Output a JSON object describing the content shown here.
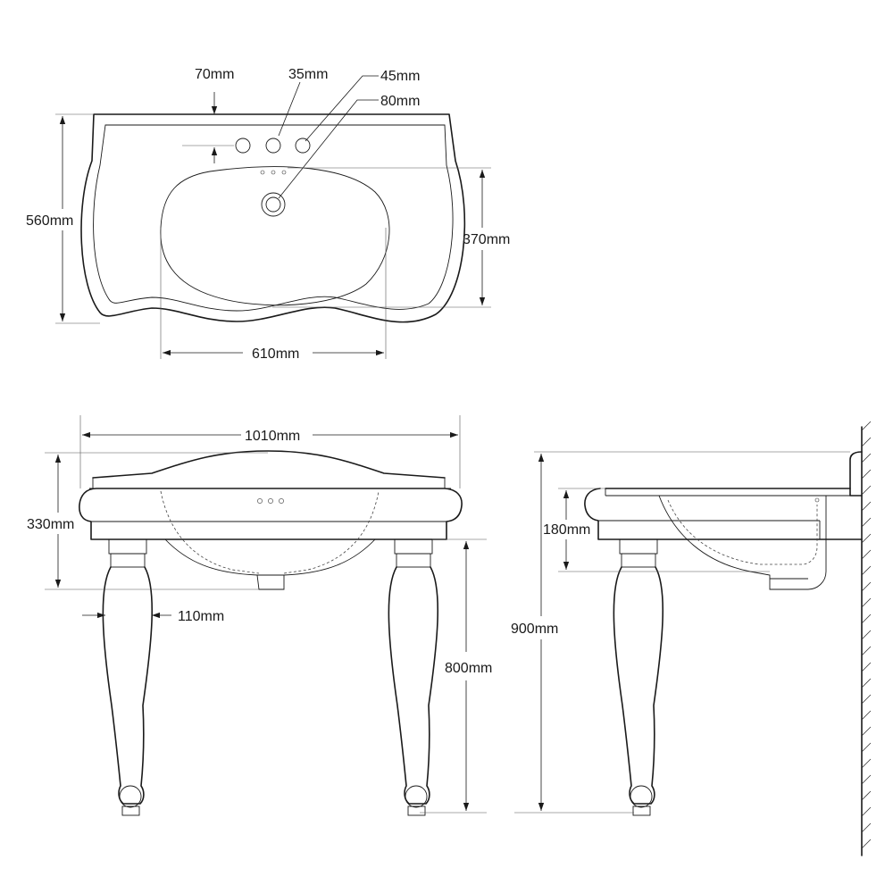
{
  "dimensions": {
    "tap_offset": "70mm",
    "tap_hole": "35mm",
    "waste_hole": "45mm",
    "waste_surround": "80mm",
    "overall_depth": "560mm",
    "bowl_depth": "370mm",
    "bowl_width": "610mm",
    "overall_width": "1010mm",
    "basin_height": "330mm",
    "leg_width": "110mm",
    "leg_height": "800mm",
    "overall_height": "900mm",
    "side_basin_height": "180mm"
  }
}
